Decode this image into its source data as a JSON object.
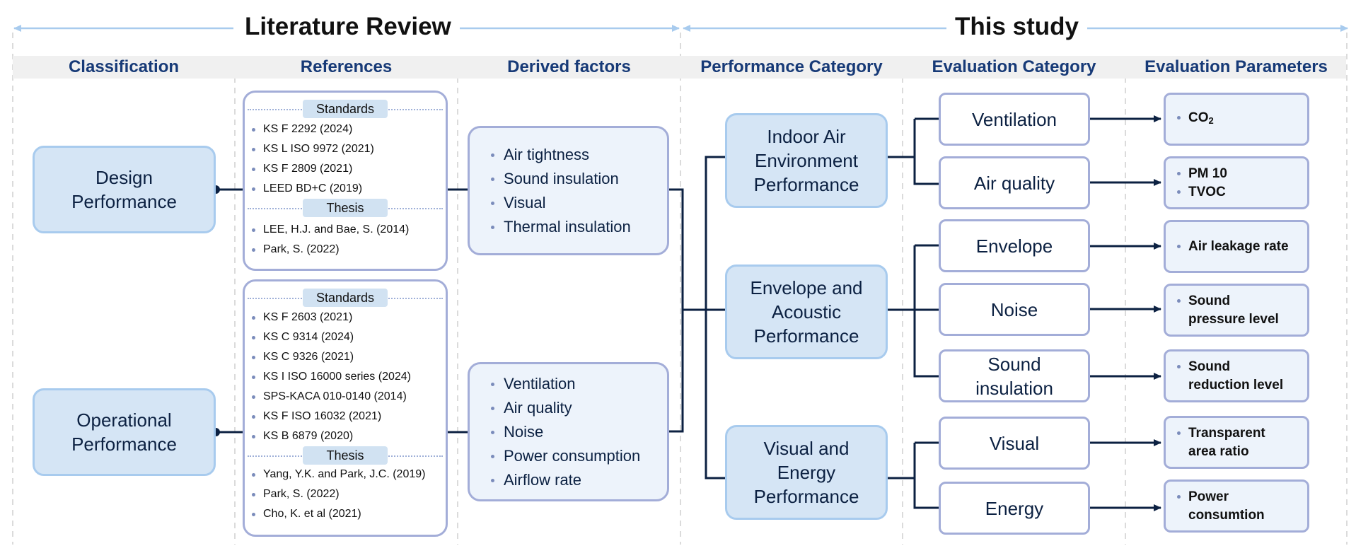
{
  "titles": {
    "literature_review": "Literature Review",
    "this_study": "This study"
  },
  "columns": {
    "classification": "Classification",
    "references": "References",
    "derived_factors": "Derived factors",
    "performance_category": "Performance Category",
    "evaluation_category": "Evaluation Category",
    "evaluation_parameters": "Evaluation Parameters"
  },
  "classification": {
    "design": [
      "Design",
      "Performance"
    ],
    "operational": [
      "Operational",
      "Performance"
    ]
  },
  "references": {
    "design": {
      "standards_label": "Standards",
      "standards": [
        "KS F 2292 (2024)",
        "KS L ISO 9972 (2021)",
        "KS F 2809 (2021)",
        "LEED BD+C (2019)"
      ],
      "thesis_label": "Thesis",
      "thesis": [
        "LEE, H.J. and Bae, S. (2014)",
        "Park, S. (2022)"
      ]
    },
    "operational": {
      "standards_label": "Standards",
      "standards": [
        "KS F 2603 (2021)",
        "KS C 9314 (2024)",
        "KS C 9326 (2021)",
        "KS I ISO 16000 series (2024)",
        "SPS-KACA 010-0140 (2014)",
        "KS F ISO 16032 (2021)",
        "KS B 6879 (2020)"
      ],
      "thesis_label": "Thesis",
      "thesis": [
        "Yang, Y.K. and Park, J.C. (2019)",
        "Park, S. (2022)",
        "Cho, K. et al (2021)"
      ]
    }
  },
  "derived_factors": {
    "design": [
      "Air tightness",
      "Sound insulation",
      "Visual",
      "Thermal insulation"
    ],
    "operational": [
      "Ventilation",
      "Air quality",
      "Noise",
      "Power consumption",
      "Airflow rate"
    ]
  },
  "performance_categories": {
    "indoor_air": [
      "Indoor Air",
      "Environment",
      "Performance"
    ],
    "envelope_acoustic": [
      "Envelope and",
      "Acoustic",
      "Performance"
    ],
    "visual_energy": [
      "Visual and",
      "Energy",
      "Performance"
    ]
  },
  "evaluation_categories": {
    "ventilation": [
      "Ventilation"
    ],
    "air_quality": [
      "Air quality"
    ],
    "envelope": [
      "Envelope"
    ],
    "noise": [
      "Noise"
    ],
    "sound_insulation": [
      "Sound",
      "insulation"
    ],
    "visual": [
      "Visual"
    ],
    "energy": [
      "Energy"
    ]
  },
  "evaluation_parameters": {
    "ventilation": {
      "co2_main": "CO",
      "co2_sub": "2"
    },
    "air_quality": [
      "PM 10",
      "TVOC"
    ],
    "envelope": [
      "Air leakage rate"
    ],
    "noise": [
      "Sound\npressure level"
    ],
    "sound_insulation": [
      "Sound\nreduction level"
    ],
    "visual": [
      "Transparent\narea ratio"
    ],
    "energy": [
      "Power\nconsumtion"
    ]
  },
  "colors": {
    "light_box_fill": "#d5e5f5",
    "light_box_border": "#a8cbee",
    "outline_border": "#a3add8",
    "factor_fill": "#edf3fb",
    "connector": "#0c2142",
    "header_text": "#173a77",
    "header_band": "#f0f0f0",
    "guide_line": "#a8cbee"
  }
}
